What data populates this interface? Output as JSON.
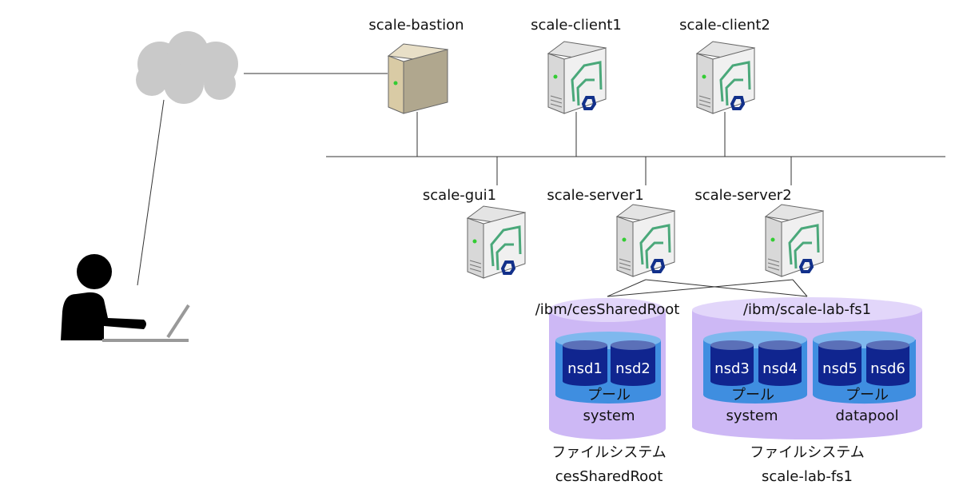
{
  "top_nodes": [
    {
      "label": "scale-bastion",
      "type": "bastion"
    },
    {
      "label": "scale-client1",
      "type": "scale"
    },
    {
      "label": "scale-client2",
      "type": "scale"
    }
  ],
  "bottom_nodes": [
    {
      "label": "scale-gui1"
    },
    {
      "label": "scale-server1"
    },
    {
      "label": "scale-server2"
    }
  ],
  "filesystems": [
    {
      "mount": "/ibm/cesSharedRoot",
      "caption": "ファイルシステム",
      "name": "cesSharedRoot",
      "pools": [
        {
          "kind": "プール",
          "name": "system",
          "nsds": [
            "nsd1",
            "nsd2"
          ]
        }
      ]
    },
    {
      "mount": "/ibm/scale-lab-fs1",
      "caption": "ファイルシステム",
      "name": "scale-lab-fs1",
      "pools": [
        {
          "kind": "プール",
          "name": "system",
          "nsds": [
            "nsd3",
            "nsd4"
          ]
        },
        {
          "kind": "プール",
          "name": "datapool",
          "nsds": [
            "nsd5",
            "nsd6"
          ]
        }
      ]
    }
  ],
  "icons": [
    "cloud-icon",
    "user-laptop-icon",
    "server-icon"
  ],
  "colors": {
    "fs": "#cdb8f5",
    "fs_top": "#e2d6fa",
    "pool": "#3f8ee0",
    "pool_top": "#7fb8ee",
    "nsd": "#10258f",
    "nsd_top": "#5b70b8"
  }
}
